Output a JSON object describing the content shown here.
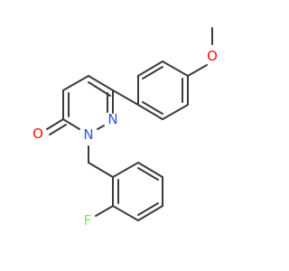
{
  "molecule": {
    "atoms": [
      {
        "id": "methoxy_o",
        "symbol": "O",
        "color": "#ff0d0d"
      },
      {
        "id": "carbonyl_o",
        "symbol": "O",
        "color": "#ff0d0d"
      },
      {
        "id": "n_ring_upper",
        "symbol": "N",
        "color": "#3050f8"
      },
      {
        "id": "n_ring_lower",
        "symbol": "N",
        "color": "#3050f8"
      },
      {
        "id": "fluorine",
        "symbol": "F",
        "color": "#90e050"
      }
    ],
    "bond_color": "#3a3a3a"
  }
}
